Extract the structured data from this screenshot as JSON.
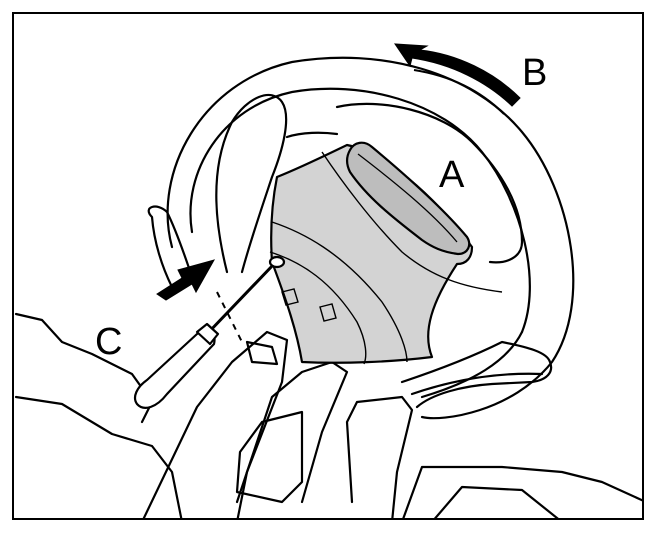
{
  "labels": {
    "a": "A",
    "b": "B",
    "c": "C"
  },
  "colors": {
    "line": "#000000",
    "airbag_fill": "#d3d3d3",
    "emblem_fill": "#bdbdbd",
    "background": "#ffffff"
  },
  "icons": {
    "rotation_arrow": "curved-arrow-icon",
    "push_arrow": "arrow-icon"
  }
}
